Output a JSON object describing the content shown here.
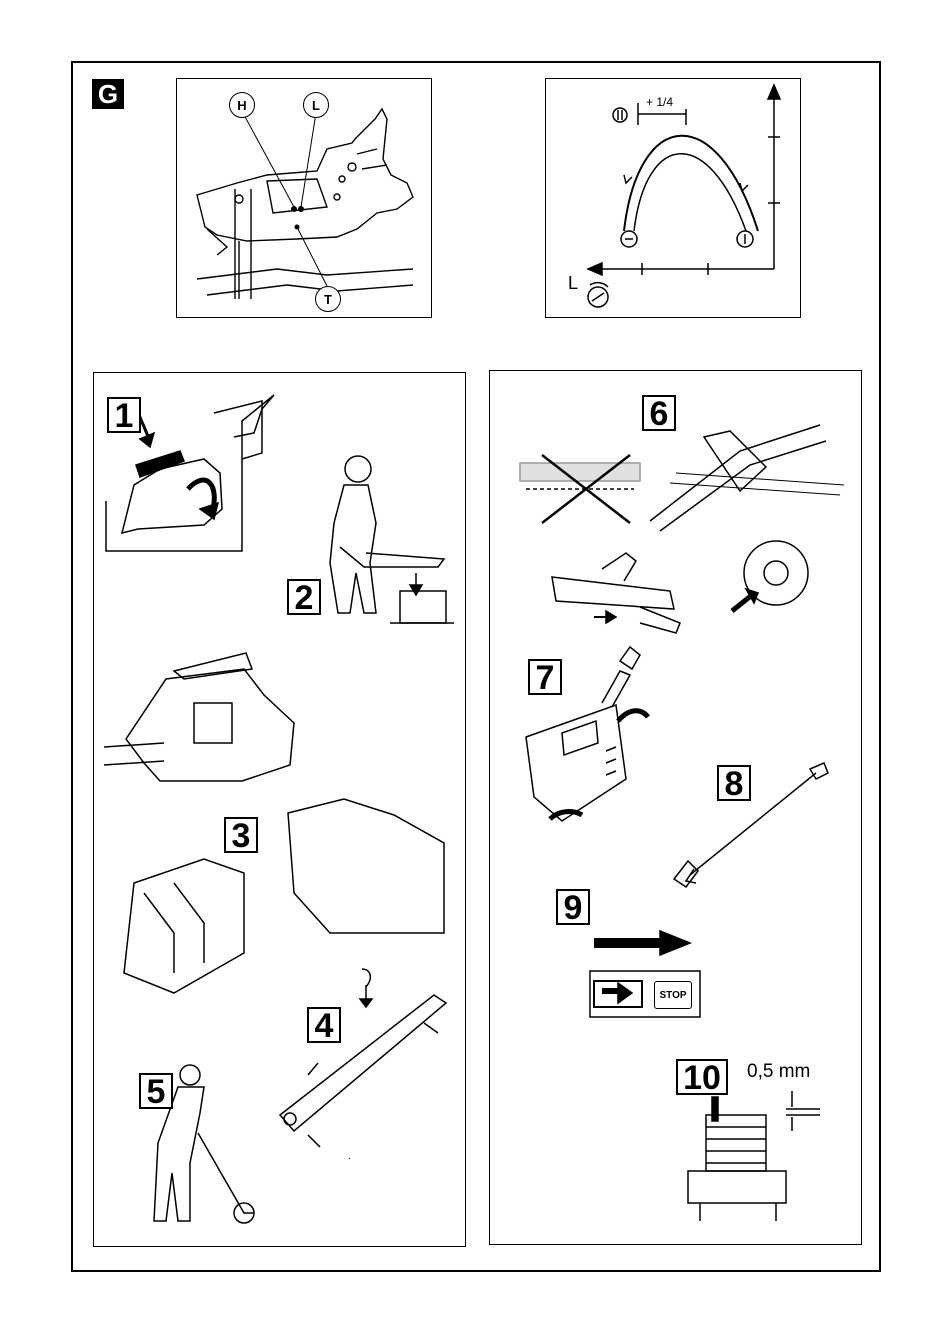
{
  "section": {
    "badge": "G"
  },
  "carburetor": {
    "labels": {
      "h": "H",
      "l": "L",
      "t": "T"
    }
  },
  "adjustment_chart": {
    "increment": "+ 1/4",
    "axis_label": "L"
  },
  "steps": [
    {
      "number": "1"
    },
    {
      "number": "2"
    },
    {
      "number": "3"
    },
    {
      "number": "4"
    },
    {
      "number": "5"
    },
    {
      "number": "6"
    },
    {
      "number": "7"
    },
    {
      "number": "8"
    },
    {
      "number": "9"
    },
    {
      "number": "10"
    }
  ],
  "switch": {
    "label": "STOP"
  },
  "spark_plug": {
    "gap": "0,5 mm"
  }
}
